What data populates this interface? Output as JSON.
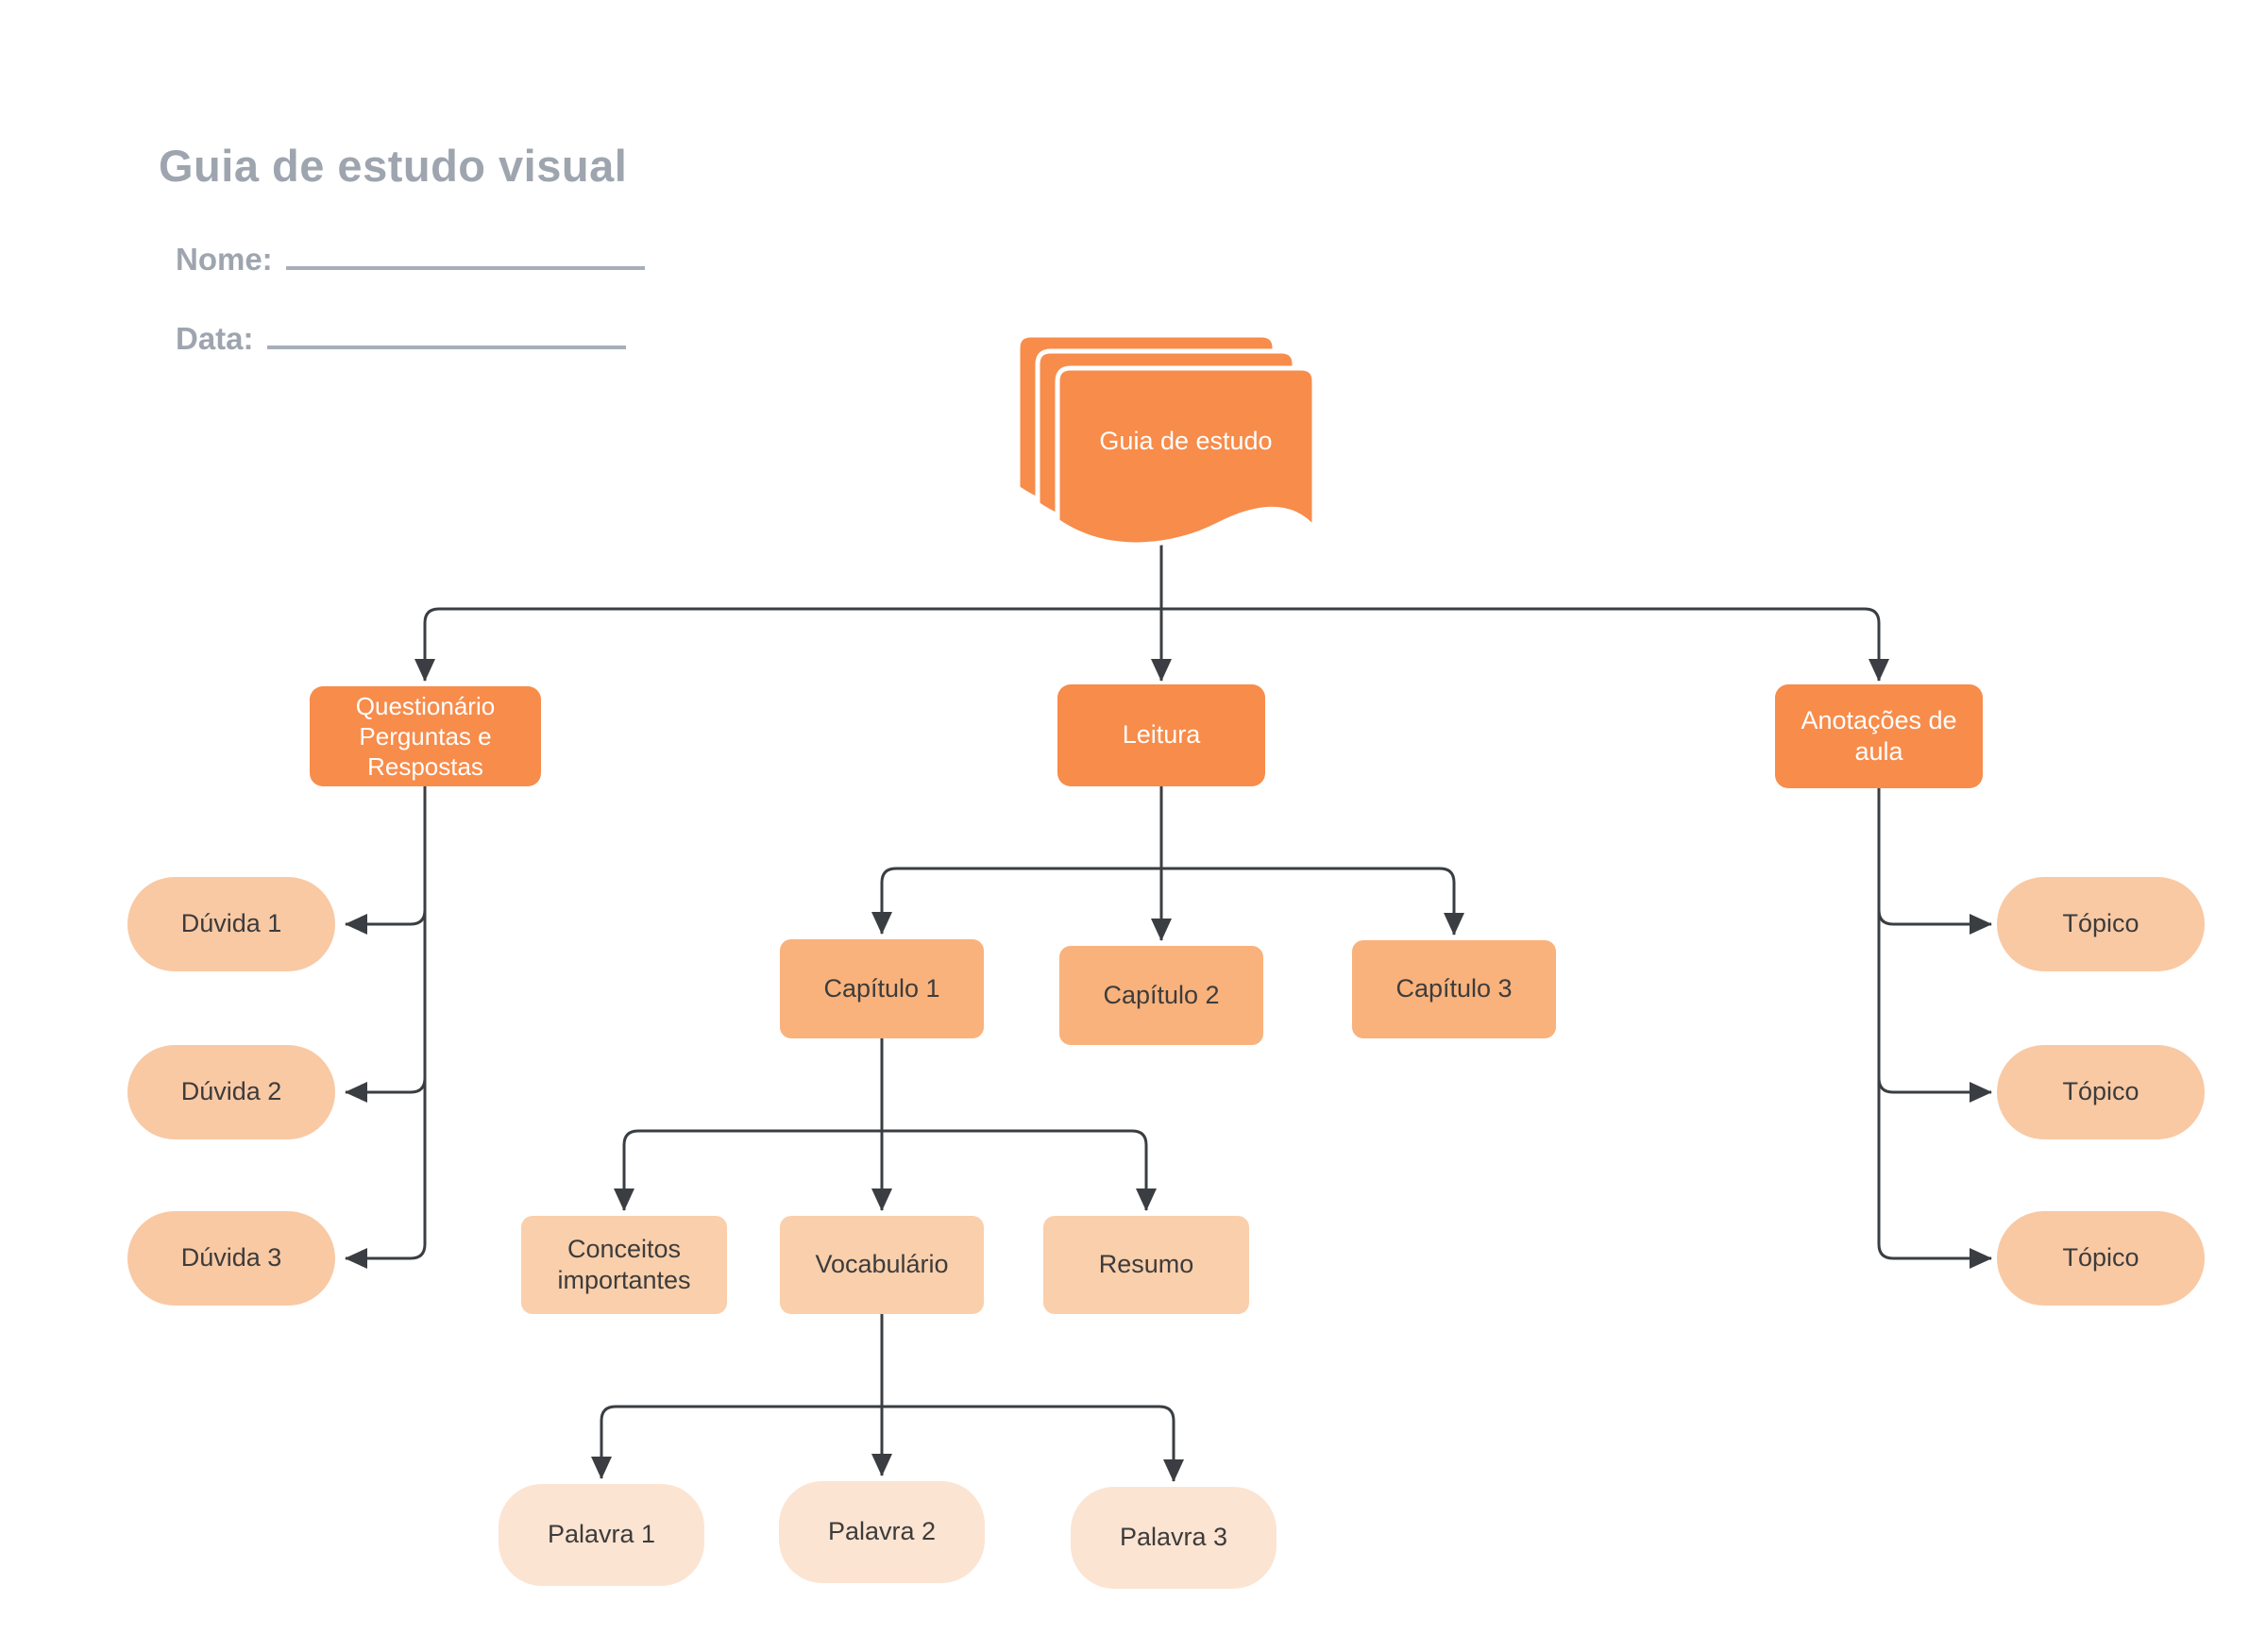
{
  "page": {
    "title": "Guia de estudo visual"
  },
  "form": {
    "name_label": "Nome:",
    "date_label": "Data:"
  },
  "diagram": {
    "root_label": "Guia de estudo",
    "level2": [
      {
        "id": "questionario",
        "label": "Questionário Perguntas e Respostas"
      },
      {
        "id": "leitura",
        "label": "Leitura"
      },
      {
        "id": "anotacoes",
        "label": "Anotações de aula"
      }
    ],
    "duvidas": [
      "Dúvida 1",
      "Dúvida 2",
      "Dúvida 3"
    ],
    "capitulos": [
      "Capítulo 1",
      "Capítulo 2",
      "Capítulo 3"
    ],
    "capitulo1_children": [
      "Conceitos importantes",
      "Vocabulário",
      "Resumo"
    ],
    "palavras": [
      "Palavra 1",
      "Palavra 2",
      "Palavra 3"
    ],
    "topicos": [
      "Tópico",
      "Tópico",
      "Tópico"
    ],
    "colors": {
      "accent_orange": "#F78C4B",
      "capitulo_orange": "#F9B27C",
      "sub_peach": "#FACFAB",
      "pill_peach": "#F9C9A4",
      "palavra_peach": "#FCE4D2",
      "connector_gray": "#3A3E42",
      "title_gray": "#9EA5AF",
      "text_dark": "#3C3C3C",
      "text_light": "#FFFFFF"
    }
  }
}
